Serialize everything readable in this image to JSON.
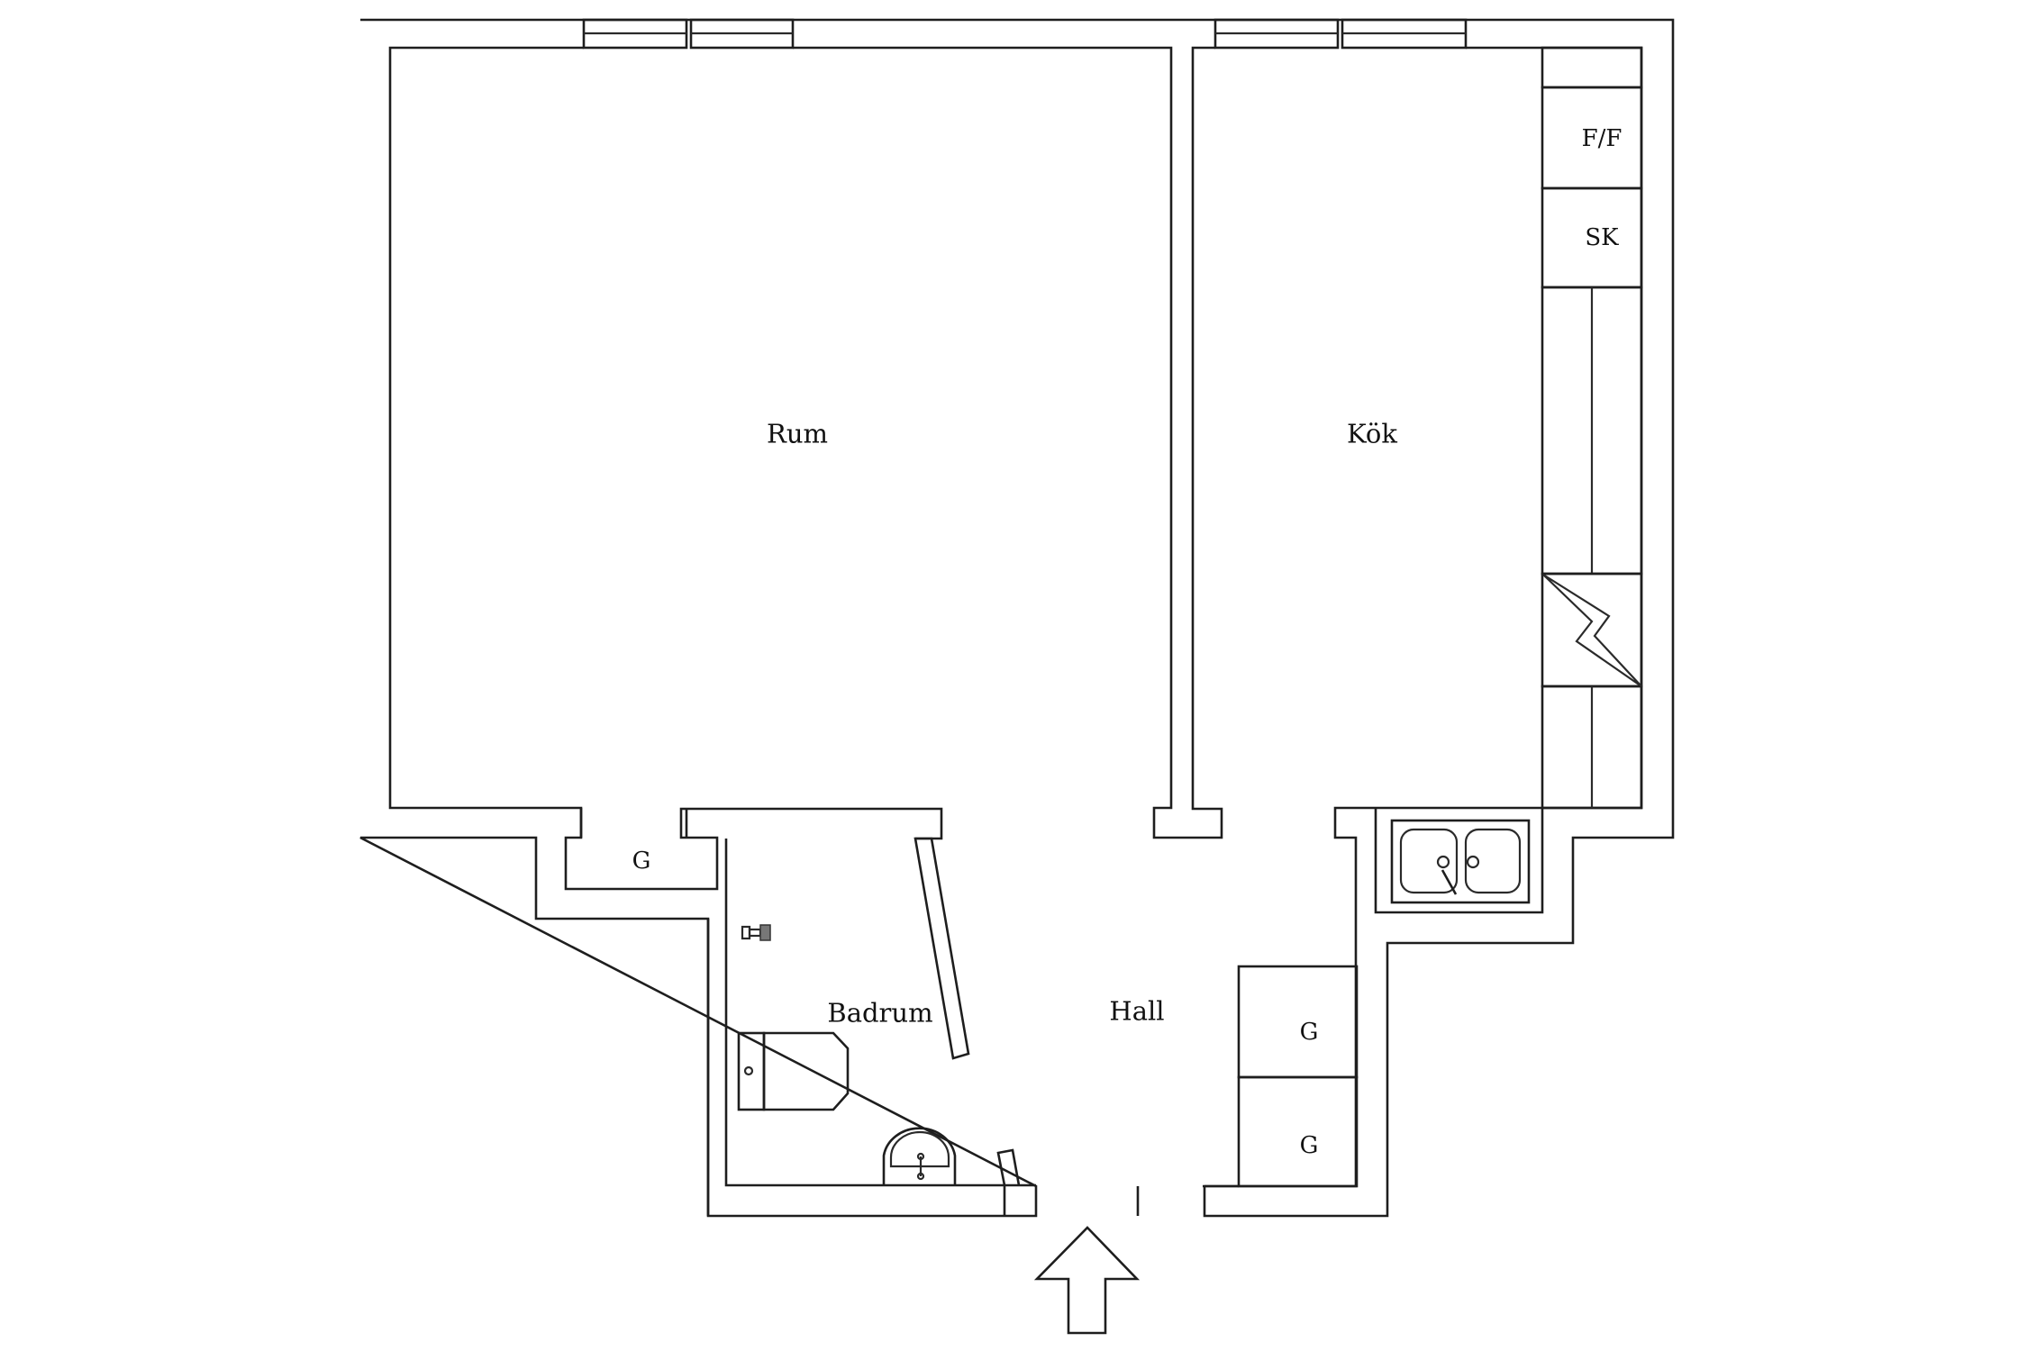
{
  "floorplan": {
    "rooms": {
      "rum": "Rum",
      "kok": "Kök",
      "badrum": "Badrum",
      "hall": "Hall"
    },
    "fixtures": {
      "rum_closet": "G",
      "kitchen_fridge_freezer": "F/F",
      "kitchen_cabinet": "SK",
      "hall_closet_1": "G",
      "hall_closet_2": "G"
    },
    "symbols": {
      "entrance": "arrow-up-icon",
      "electric_panel": "lightning-icon",
      "kitchen_sink": "double-sink-icon",
      "toilet": "toilet-icon",
      "washbasin": "washbasin-icon",
      "radiator_valve": "valve-icon"
    },
    "colors": {
      "line": "#1e1e1e",
      "background": "#ffffff"
    }
  }
}
